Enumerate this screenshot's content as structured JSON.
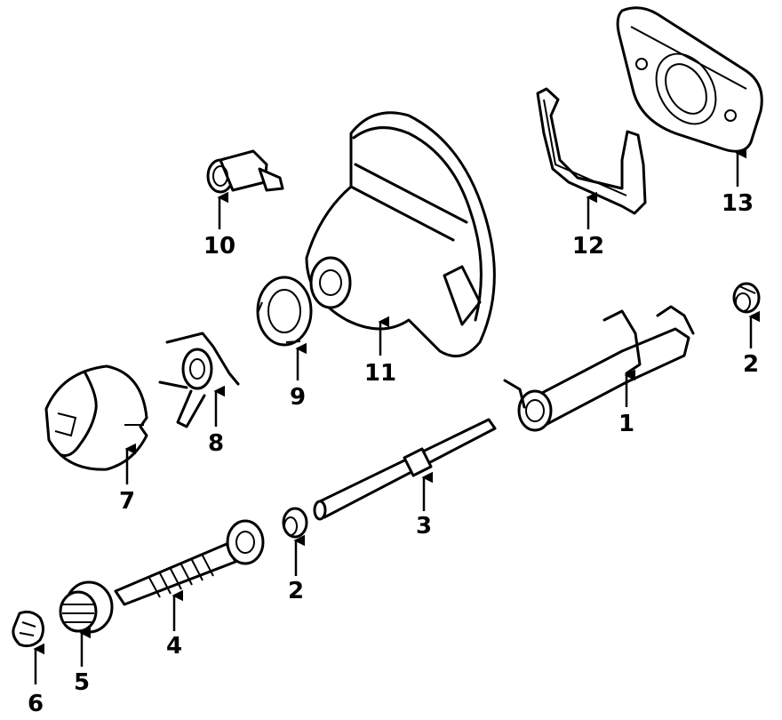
{
  "callouts": [
    {
      "id": "1",
      "text": "1"
    },
    {
      "id": "2a",
      "text": "2"
    },
    {
      "id": "2b",
      "text": "2"
    },
    {
      "id": "3",
      "text": "3"
    },
    {
      "id": "4",
      "text": "4"
    },
    {
      "id": "5",
      "text": "5"
    },
    {
      "id": "6",
      "text": "6"
    },
    {
      "id": "7",
      "text": "7"
    },
    {
      "id": "8",
      "text": "8"
    },
    {
      "id": "9",
      "text": "9"
    },
    {
      "id": "10",
      "text": "10"
    },
    {
      "id": "11",
      "text": "11"
    },
    {
      "id": "12",
      "text": "12"
    },
    {
      "id": "13",
      "text": "13"
    }
  ],
  "colors": {
    "line": "#000000",
    "background": "#ffffff"
  }
}
